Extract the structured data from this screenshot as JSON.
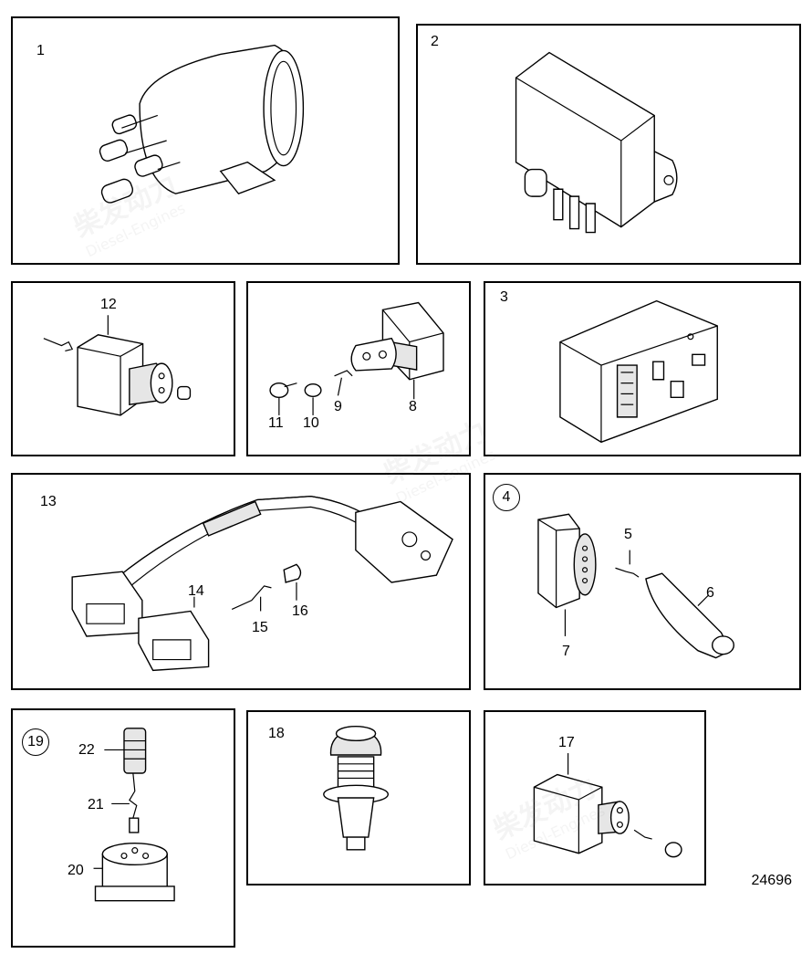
{
  "diagram_number": "24696",
  "watermark": {
    "brand": "柴发动力",
    "sub": "Diesel-Engines"
  },
  "panels": {
    "p1": {
      "label": "1"
    },
    "p2": {
      "label": "2"
    },
    "p3": {
      "label": "3",
      "callouts": [
        "12",
        "11",
        "10",
        "9",
        "8"
      ]
    },
    "p4": {
      "label": "3"
    },
    "p5": {
      "label": "13",
      "callouts": [
        "14",
        "15",
        "16"
      ]
    },
    "p6": {
      "label": "4",
      "callouts": [
        "5",
        "6",
        "7"
      ]
    },
    "p7": {
      "label": "19",
      "callouts": [
        "22",
        "21",
        "20"
      ]
    },
    "p8": {
      "label": "18"
    },
    "p9": {
      "label": "17"
    }
  }
}
